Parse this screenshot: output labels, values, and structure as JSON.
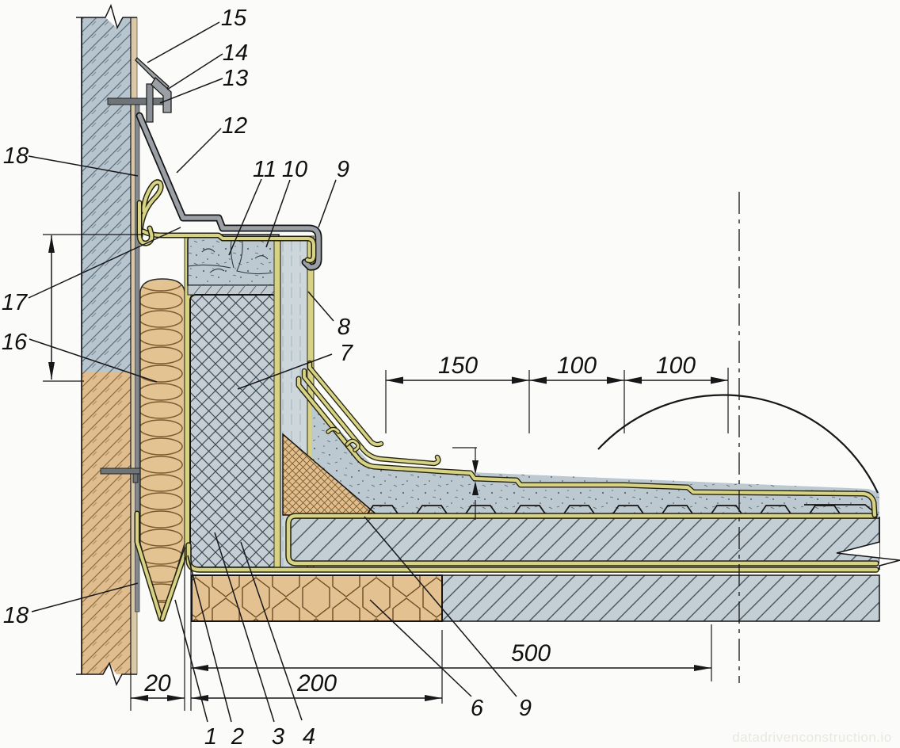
{
  "drawing": {
    "type": "roof-parapet-construction-detail-section",
    "callouts": {
      "1": "1",
      "2": "2",
      "3": "3",
      "4": "4",
      "6": "6",
      "7": "7",
      "8": "8",
      "9_top": "9",
      "9_bottom": "9",
      "10": "10",
      "11": "11",
      "12": "12",
      "13": "13",
      "14": "14",
      "15": "15",
      "16": "16",
      "17": "17",
      "18_top": "18",
      "18_bottom": "18"
    },
    "dimensions": {
      "wall_gap": "20",
      "insulation_strip_width": "200",
      "edge_zone": "500",
      "overlap_a": "150",
      "overlap_b": "100",
      "overlap_c": "100"
    },
    "watermark": "datadrivenconstruction.io",
    "colors": {
      "membrane": "#d8d284",
      "membrane-dark": "#23230f",
      "metal": "#9aa0a5",
      "line": "#17171a",
      "concrete": "#c3ced5",
      "insulation": "#e3c190",
      "wall-concrete": "#b7c5ce",
      "wall-masonry": "#dfbd8e"
    }
  }
}
